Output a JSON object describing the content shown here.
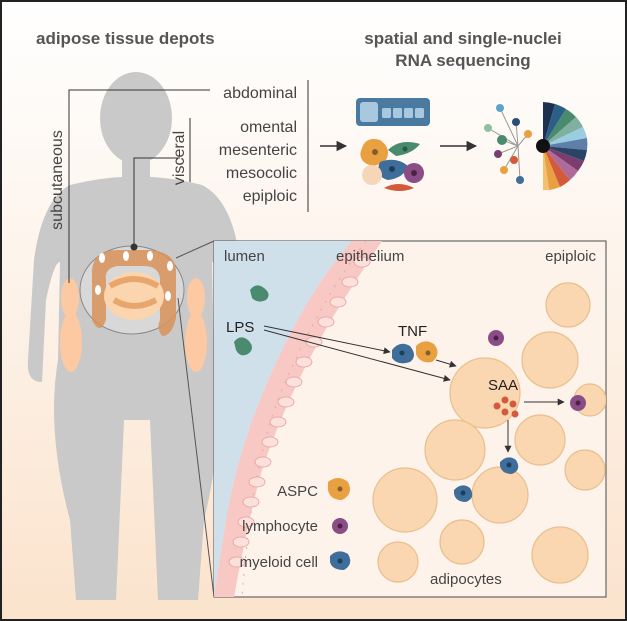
{
  "headings": {
    "left": "adipose tissue depots",
    "right_line1": "spatial and single-nuclei",
    "right_line2": "RNA sequencing"
  },
  "depots": {
    "subcutaneous": "subcutaneous",
    "visceral": "visceral",
    "abdominal": "abdominal",
    "omental": "omental",
    "mesenteric": "mesenteric",
    "mesocolic": "mesocolic",
    "epiploic": "epiploic"
  },
  "panel": {
    "lumen": "lumen",
    "epithelium": "epithelium",
    "epiploic": "epiploic",
    "lps": "LPS",
    "tnf": "TNF",
    "saa": "SAA",
    "adipocytes": "adipocytes"
  },
  "legend": [
    {
      "label": "ASPC",
      "icon": "aspc-cell-icon",
      "color": "#e8a040"
    },
    {
      "label": "lymphocyte",
      "icon": "lymphocyte-icon",
      "color": "#8a4d86"
    },
    {
      "label": "myeloid cell",
      "icon": "myeloid-cell-icon",
      "color": "#3f6e9a"
    }
  ],
  "colors": {
    "body": "#c9c9c9",
    "adipocyte": "#fad7b0",
    "adipocyte_edge": "#e8bf8e",
    "bacteria": "#4a8a6e",
    "aspc": "#e8a040",
    "lymphocyte": "#8a4d86",
    "myeloid": "#3f6e9a",
    "saa": "#d35a3a",
    "lumen": "#cfe0ea",
    "epithelium": "#f7c8c4"
  }
}
